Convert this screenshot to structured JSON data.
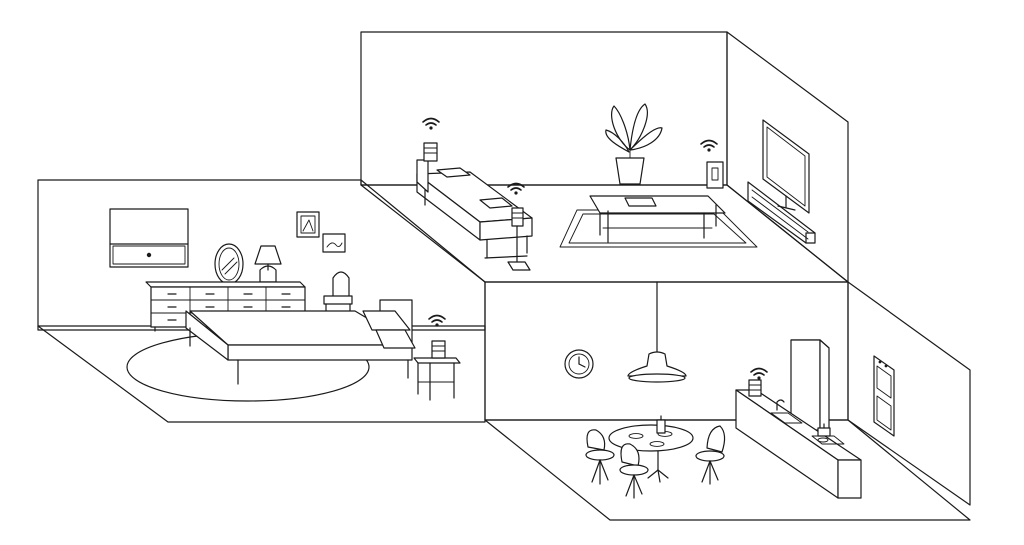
{
  "scene": {
    "rooms": [
      "living-room",
      "bedroom",
      "kitchen-dining"
    ],
    "wifi_icon_name": "wifi-icon",
    "colors": {
      "line": "#1a1a1a",
      "background": "#ffffff"
    }
  }
}
